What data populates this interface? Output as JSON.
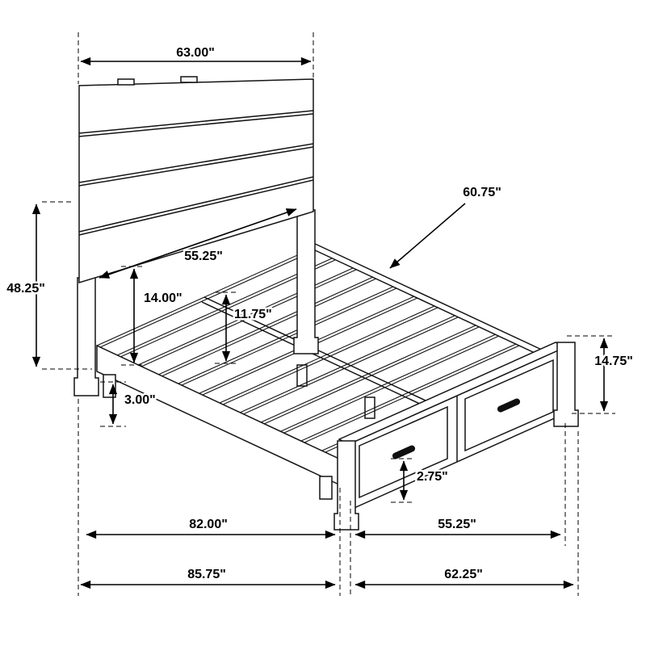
{
  "diagram": {
    "type": "furniture-dimension-drawing",
    "subject": "storage-bed-with-headboard-and-footboard-drawers",
    "colors": {
      "line": "#000000",
      "background": "#ffffff",
      "handle": "#101010"
    }
  },
  "dims": {
    "headboard_width_top": "63.00\"",
    "headboard_inner_width": "55.25\"",
    "headboard_height": "48.25\"",
    "headboard_panel_height": "14.00\"",
    "slat_spacing": "11.75\"",
    "slat_length": "60.75\"",
    "footboard_height": "14.75\"",
    "rail_floor_clearance": "3.00\"",
    "drawer_floor_clearance": "2.75\"",
    "frame_inner_length": "82.00\"",
    "footboard_inner_width": "55.25\"",
    "overall_length": "85.75\"",
    "overall_width": "62.25\""
  }
}
